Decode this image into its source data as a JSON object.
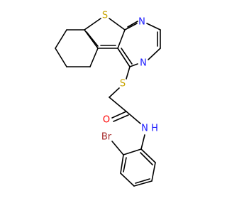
{
  "molecule": {
    "atoms": [
      {
        "id": "S_thio",
        "label": "S",
        "color": "#c8a400"
      },
      {
        "id": "N_top",
        "label": "N",
        "color": "#1a1aff"
      },
      {
        "id": "N_bottom",
        "label": "N",
        "color": "#1a1aff"
      },
      {
        "id": "S_link",
        "label": "S",
        "color": "#c8a400"
      },
      {
        "id": "O",
        "label": "O",
        "color": "#ff0000"
      },
      {
        "id": "NH",
        "label": "N",
        "color": "#1a1aff"
      },
      {
        "id": "NH_H",
        "label": "H",
        "color": "#1a1aff"
      },
      {
        "id": "Br",
        "label": "Br",
        "color": "#a52a2a"
      }
    ]
  }
}
